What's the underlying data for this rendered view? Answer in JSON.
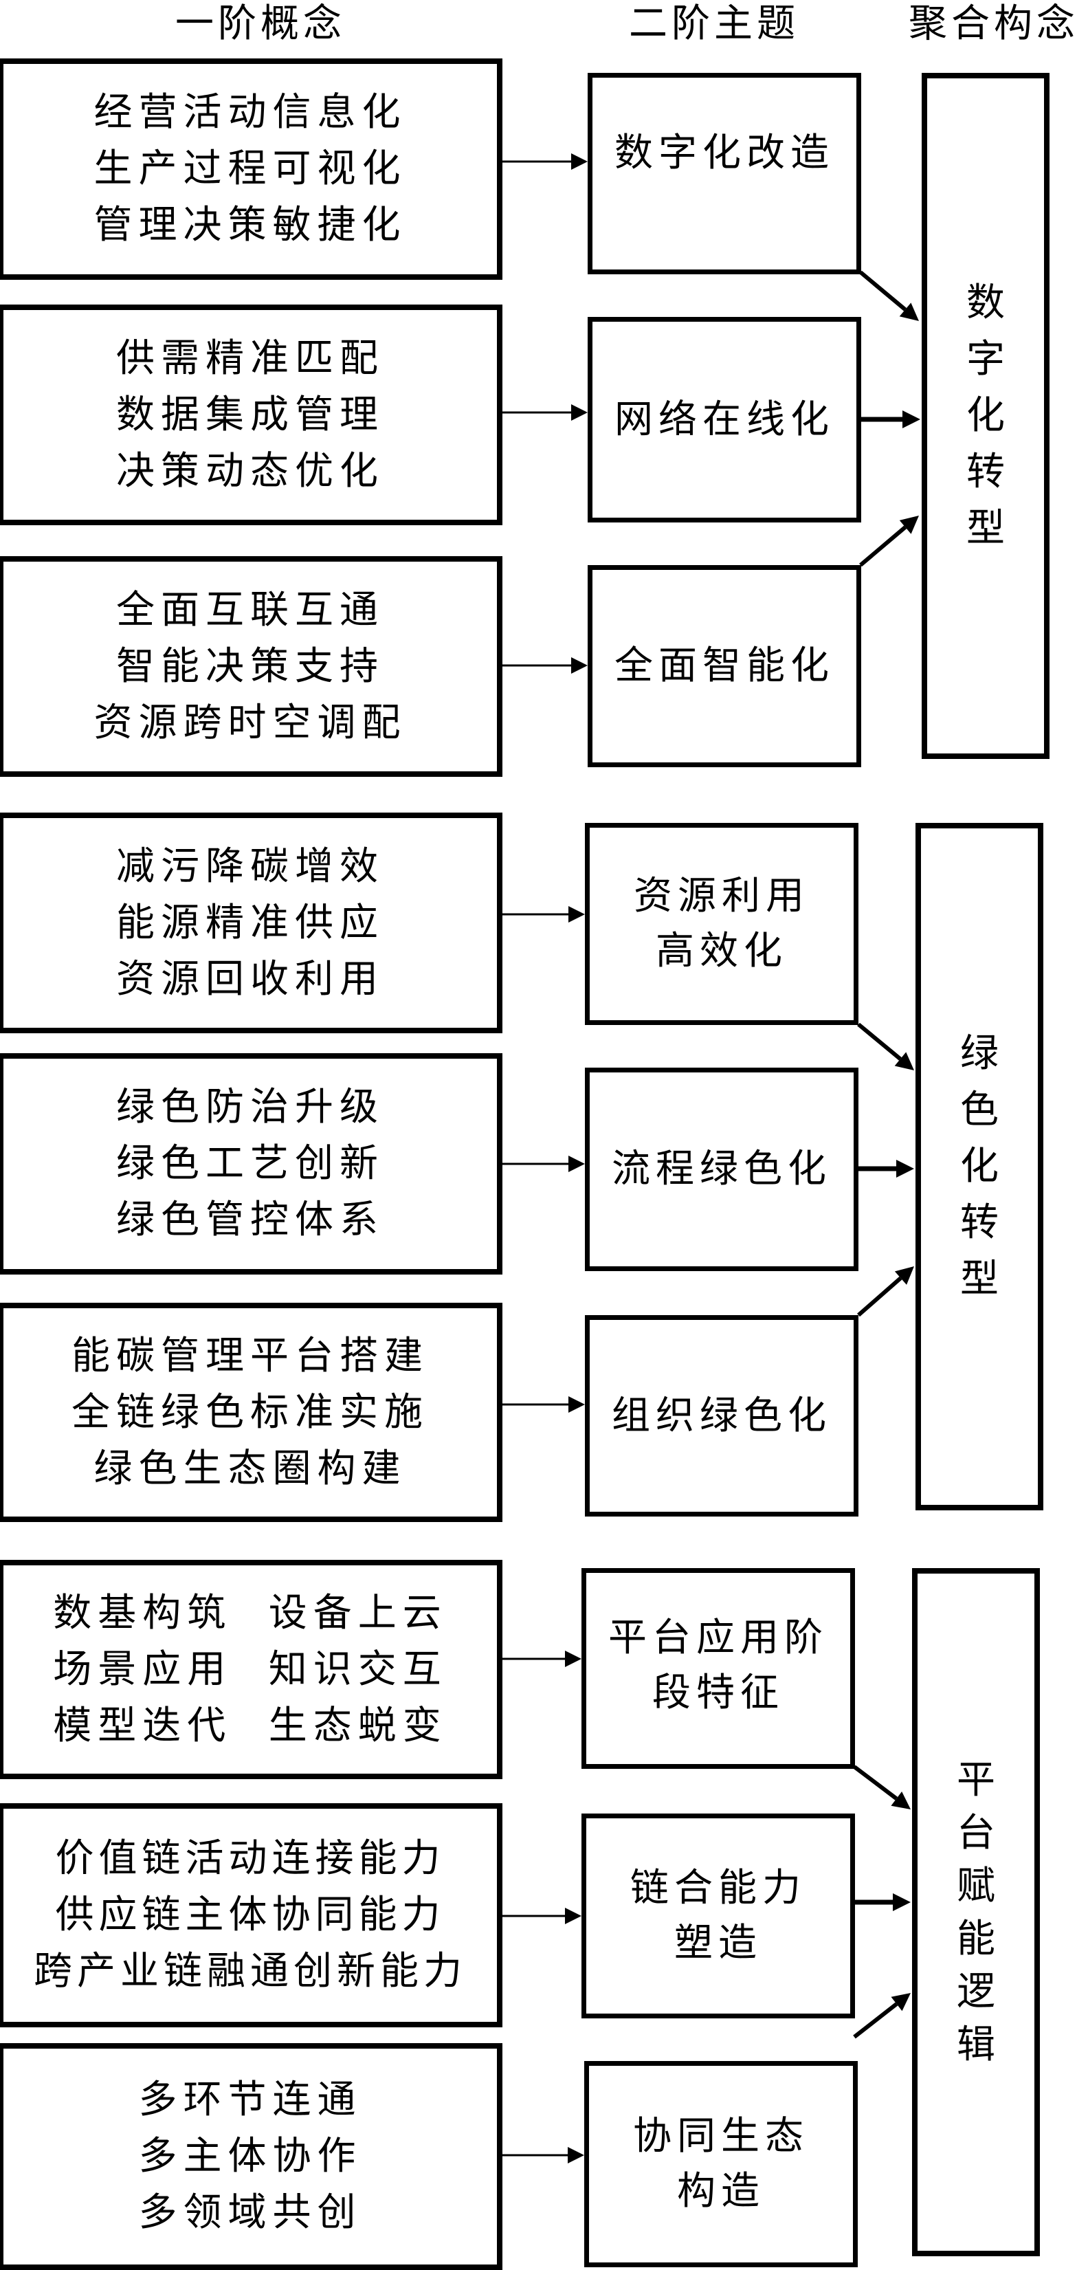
{
  "headers": {
    "first_order": "一阶概念",
    "second_order": "二阶主题",
    "aggregate": "聚合构念"
  },
  "groups": [
    {
      "aggregate": [
        "数",
        "字",
        "化",
        "转",
        "型"
      ],
      "aggregate_label": "数字化转型",
      "themes": [
        {
          "concepts": [
            "经营活动信息化",
            "生产过程可视化",
            "管理决策敏捷化"
          ],
          "theme": [
            "数字化改造"
          ]
        },
        {
          "concepts": [
            "供需精准匹配",
            "数据集成管理",
            "决策动态优化"
          ],
          "theme": [
            "网络在线化"
          ]
        },
        {
          "concepts": [
            "全面互联互通",
            "智能决策支持",
            "资源跨时空调配"
          ],
          "theme": [
            "全面智能化"
          ]
        }
      ]
    },
    {
      "aggregate": [
        "绿",
        "色",
        "化",
        "转",
        "型"
      ],
      "aggregate_label": "绿色化转型",
      "themes": [
        {
          "concepts": [
            "减污降碳增效",
            "能源精准供应",
            "资源回收利用"
          ],
          "theme": [
            "资源利用",
            "高效化"
          ]
        },
        {
          "concepts": [
            "绿色防治升级",
            "绿色工艺创新",
            "绿色管控体系"
          ],
          "theme": [
            "流程绿色化"
          ]
        },
        {
          "concepts": [
            "能碳管理平台搭建",
            "全链绿色标准实施",
            "绿色生态圈构建"
          ],
          "theme": [
            "组织绿色化"
          ]
        }
      ]
    },
    {
      "aggregate": [
        "平",
        "台",
        "赋",
        "能",
        "逻",
        "辑"
      ],
      "aggregate_label": "平台赋能逻辑",
      "themes": [
        {
          "concepts": [
            "数基构筑  设备上云",
            "场景应用  知识交互",
            "模型迭代  生态蜕变"
          ],
          "theme": [
            "平台应用阶",
            "段特征"
          ]
        },
        {
          "concepts": [
            "价值链活动连接能力",
            "供应链主体协同能力",
            "跨产业链融通创新能力"
          ],
          "theme": [
            "链合能力",
            "塑造"
          ]
        },
        {
          "concepts": [
            "多环节连通",
            "多主体协作",
            "多领域共创"
          ],
          "theme": [
            "协同生态",
            "构造"
          ]
        }
      ]
    }
  ]
}
